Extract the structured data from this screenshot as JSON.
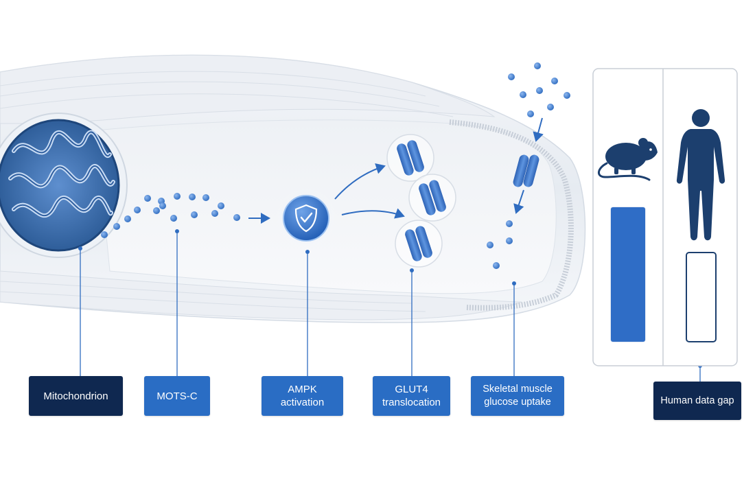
{
  "labels": {
    "mitochondrion": "Mitochondrion",
    "mots_c": "MOTS-C",
    "ampk_line1": "AMPK",
    "ampk_line2": "activation",
    "glut4_line1": "GLUT4",
    "glut4_line2": "translocation",
    "skeletal_line1": "Skeletal muscle",
    "skeletal_line2": "glucose uptake",
    "human_gap": "Human data gap"
  },
  "icons": {
    "organelle": "mitochondrion-icon",
    "kinase": "shield-check-icon",
    "transporter": "glut4-transporter-icon",
    "animal": "mouse-icon",
    "person": "human-figure-icon"
  },
  "comparison": {
    "mouse_evidence_fill": 1.0,
    "human_evidence_fill": 0.0
  },
  "colors": {
    "dark_label": "#0f2850",
    "accent_label": "#2a6dc4",
    "molecule_blue": "#2f6cc0",
    "silhouette": "#1c3f6e",
    "bar_fill": "#2f6dc6"
  }
}
